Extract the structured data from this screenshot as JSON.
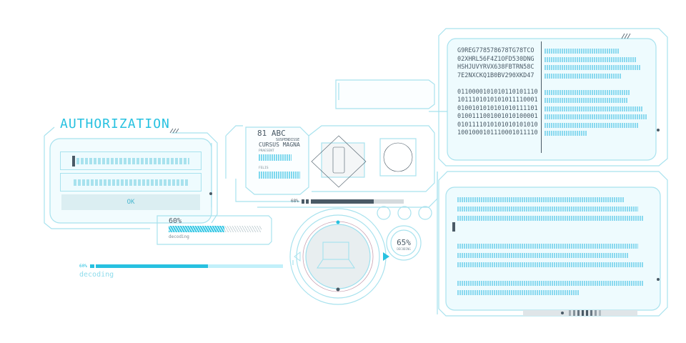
{
  "auth": {
    "title": "AUTHORIZATION",
    "ok_label": "OK"
  },
  "progress_small": {
    "percent": 60,
    "label": "60%",
    "caption": "decoding"
  },
  "progress_main": {
    "percent": 60,
    "label": "60%",
    "caption": "decoding"
  },
  "id_card": {
    "number": "81",
    "code": "ABC",
    "sub": "SUSPENDISSE",
    "name": "CURSUS MAGNA",
    "field1": "PRAESENT",
    "field2": "FELIS"
  },
  "center_bar": {
    "percent": 68,
    "label": "68%"
  },
  "gauge": {
    "percent": 65,
    "label": "65%",
    "caption": "DECODING"
  },
  "code_panel": {
    "lines": [
      "G9REG778578678TG78TCO",
      "02XHRL56F4Z1OFD530DNG",
      "HSHJUVYRVX638FBTRN58C",
      "7E2NXCKQ1B0BV290XKD47",
      "",
      "0110000101010110101110",
      "1011101010101011110001",
      "0100101010101010111101",
      "0100111001001010100001",
      "0101111010101010101010",
      "1001000101110001011110"
    ]
  },
  "colors": {
    "accent": "#27c1e0",
    "frame": "#a8e2ee",
    "dark": "#4a5a66",
    "panel": "#eefbfe"
  }
}
